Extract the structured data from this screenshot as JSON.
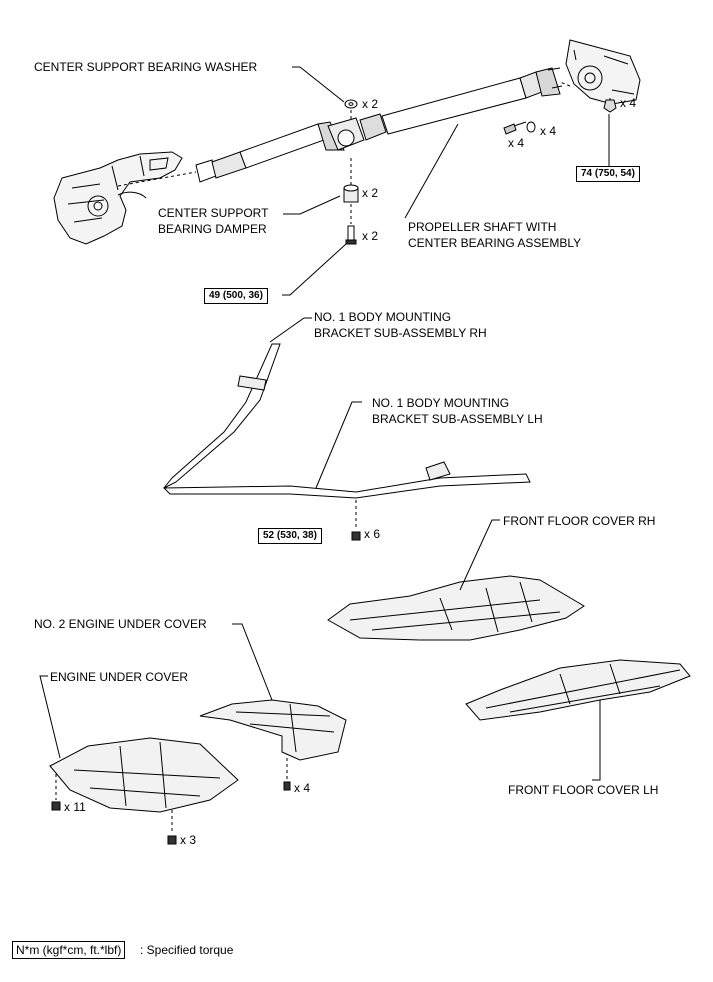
{
  "labels": {
    "center_support_bearing_washer": "CENTER SUPPORT BEARING WASHER",
    "center_support_bearing_damper_l1": "CENTER SUPPORT",
    "center_support_bearing_damper_l2": "BEARING DAMPER",
    "propeller_shaft_l1": "PROPELLER SHAFT WITH",
    "propeller_shaft_l2": "CENTER BEARING ASSEMBLY",
    "bracket_rh_l1": "NO. 1 BODY MOUNTING",
    "bracket_rh_l2": "BRACKET SUB-ASSEMBLY RH",
    "bracket_lh_l1": "NO. 1 BODY MOUNTING",
    "bracket_lh_l2": "BRACKET SUB-ASSEMBLY LH",
    "front_floor_cover_rh": "FRONT FLOOR COVER RH",
    "front_floor_cover_lh": "FRONT FLOOR COVER LH",
    "no2_engine_under_cover": "NO. 2 ENGINE UNDER COVER",
    "engine_under_cover": "ENGINE UNDER COVER"
  },
  "quantities": {
    "washer": "x 2",
    "flange_nut": "x 4",
    "flange_bolt": "x 4",
    "flange_washer": "x 4",
    "damper": "x 2",
    "center_bolt": "x 2",
    "bracket_bolt": "x 6",
    "no2_cover_bolt": "x 4",
    "engine_cover_bolt_a": "x 11",
    "engine_cover_bolt_b": "x 3"
  },
  "torques": {
    "flange_nut": "74 (750, 54)",
    "center_bolt": "49 (500, 36)",
    "bracket_bolt": "52 (530, 38)"
  },
  "legend": {
    "box": "N*m (kgf*cm, ft.*lbf)",
    "text": ": Specified torque"
  }
}
